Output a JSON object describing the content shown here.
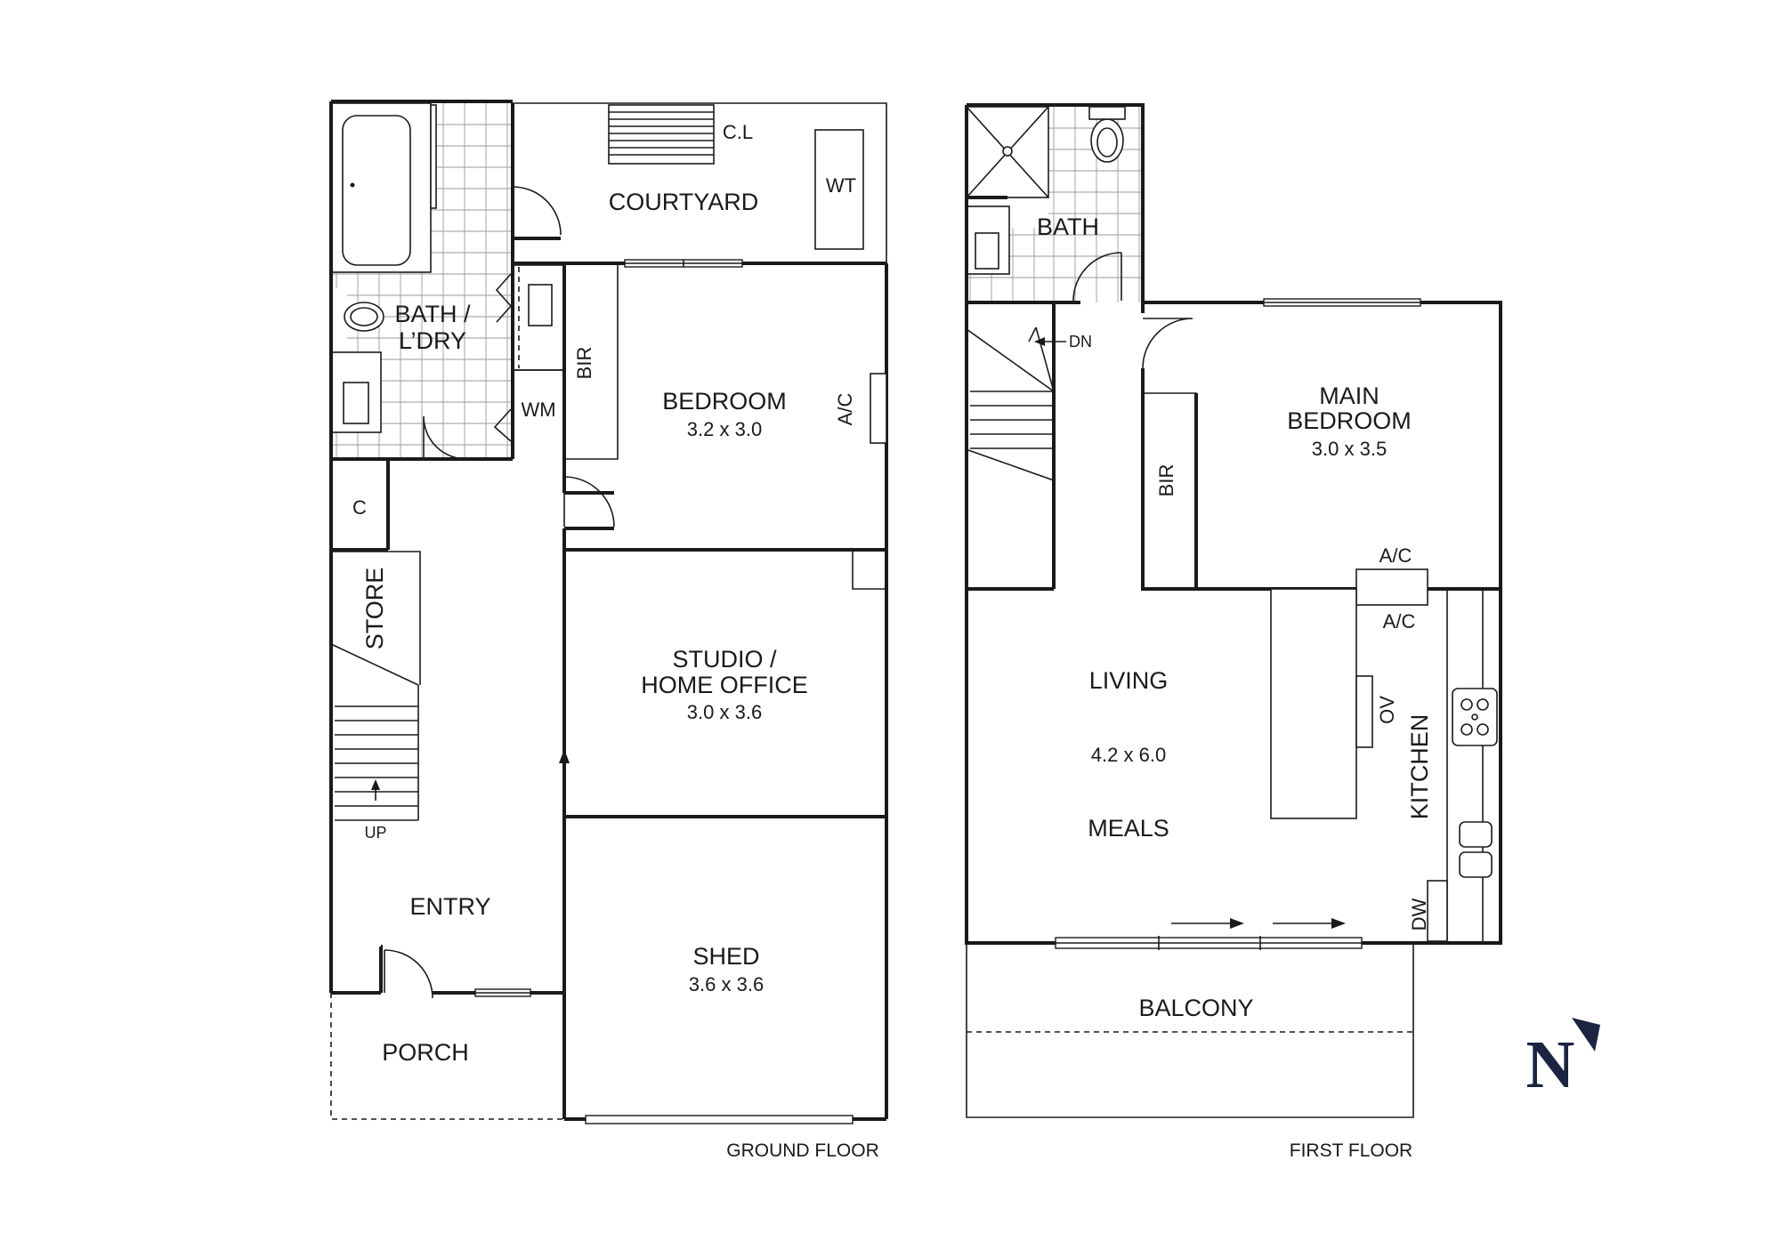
{
  "colors": {
    "ink": "#1a1a1a",
    "tile": "#9a9a9a",
    "north": "#1b2440"
  },
  "ground_floor": {
    "caption": "GROUND FLOOR",
    "rooms": {
      "courtyard": "COURTYARD",
      "cl": "C.L",
      "wt": "WT",
      "bath_l1": "BATH /",
      "bath_l2": "L’DRY",
      "wm": "WM",
      "bir": "BIR",
      "bedroom": "BEDROOM",
      "bedroom_dim": "3.2 x 3.0",
      "ac": "A/C",
      "c": "C",
      "store": "STORE",
      "up": "UP",
      "studio_l1": "STUDIO /",
      "studio_l2": "HOME OFFICE",
      "studio_dim": "3.0 x 3.6",
      "entry": "ENTRY",
      "shed": "SHED",
      "shed_dim": "3.6 x 3.6",
      "porch": "PORCH"
    }
  },
  "first_floor": {
    "caption": "FIRST FLOOR",
    "rooms": {
      "bath": "BATH",
      "dn": "DN",
      "main_l1": "MAIN",
      "main_l2": "BEDROOM",
      "main_dim": "3.0 x 3.5",
      "bir": "BIR",
      "ac_upper": "A/C",
      "ac_lower": "A/C",
      "living": "LIVING",
      "living_dim": "4.2 x 6.0",
      "meals": "MEALS",
      "ov": "OV",
      "kitchen": "KITCHEN",
      "dw": "DW",
      "balcony": "BALCONY"
    }
  },
  "compass": {
    "letter": "N"
  }
}
